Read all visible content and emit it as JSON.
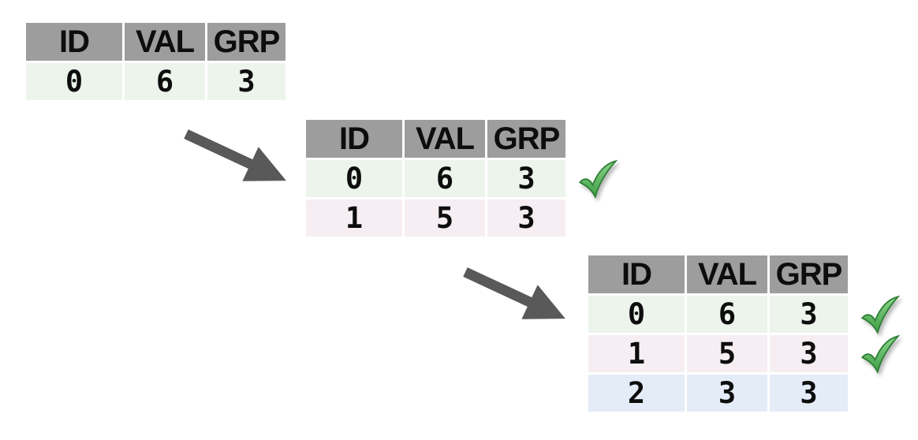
{
  "colors": {
    "header_bg": "#9d9d9d",
    "row_green": "#ecf4ec",
    "row_pink": "#f6eef2",
    "row_blue": "#e4ecf8",
    "arrow": "#595959",
    "text": "#0d0d0d",
    "check_light": "#8ad68c",
    "check_dark": "#3f9e45",
    "check_outline": "#2c7d33"
  },
  "tables": [
    {
      "id": "step-1",
      "headers": [
        "ID",
        "VAL",
        "GRP"
      ],
      "rows": [
        {
          "cells": [
            "0",
            "6",
            "3"
          ],
          "tint": "green",
          "checked": false
        }
      ]
    },
    {
      "id": "step-2",
      "headers": [
        "ID",
        "VAL",
        "GRP"
      ],
      "rows": [
        {
          "cells": [
            "0",
            "6",
            "3"
          ],
          "tint": "green",
          "checked": true
        },
        {
          "cells": [
            "1",
            "5",
            "3"
          ],
          "tint": "pink",
          "checked": false
        }
      ]
    },
    {
      "id": "step-3",
      "headers": [
        "ID",
        "VAL",
        "GRP"
      ],
      "rows": [
        {
          "cells": [
            "0",
            "6",
            "3"
          ],
          "tint": "green",
          "checked": true
        },
        {
          "cells": [
            "1",
            "5",
            "3"
          ],
          "tint": "pink",
          "checked": true
        },
        {
          "cells": [
            "2",
            "3",
            "3"
          ],
          "tint": "blue",
          "checked": false
        }
      ]
    }
  ],
  "icons": {
    "arrow": "arrow-down-right-icon",
    "check": "checkmark-icon"
  }
}
